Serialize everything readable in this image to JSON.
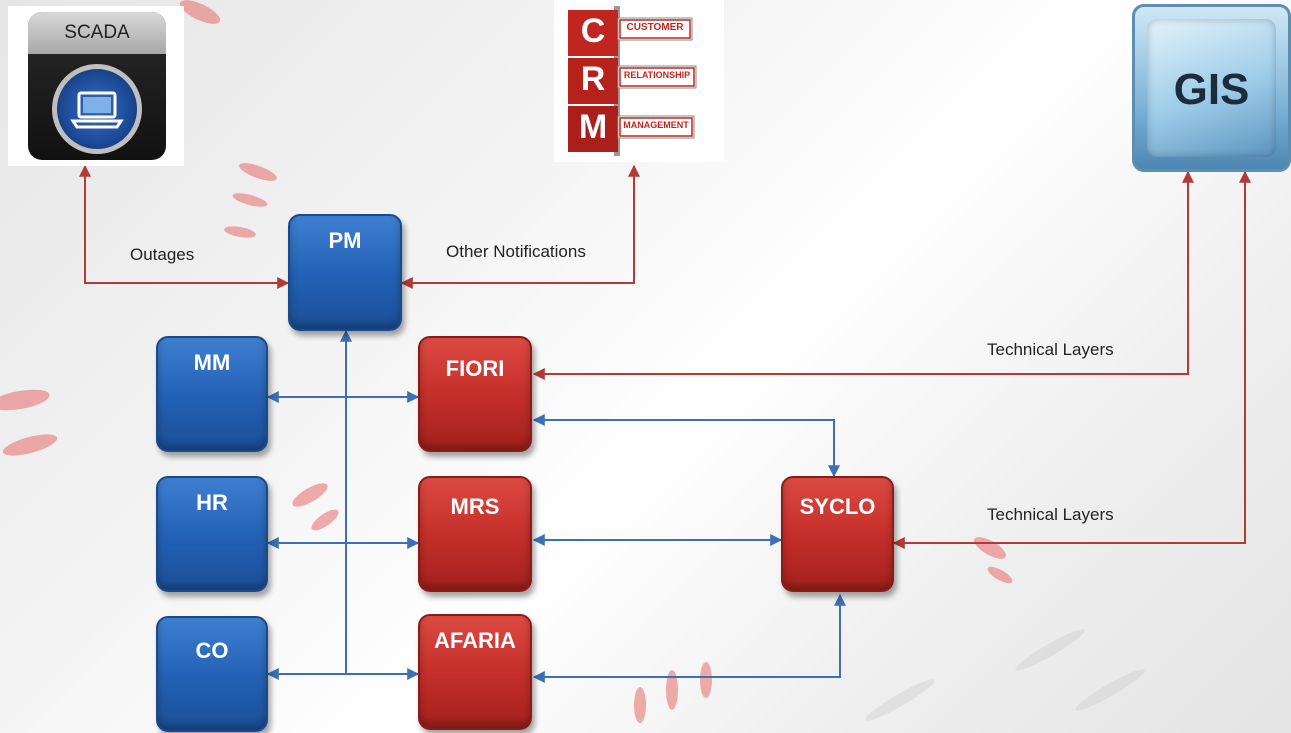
{
  "systems": {
    "scada": {
      "label": "SCADA",
      "icon": "laptop-icon"
    },
    "crm": {
      "letters": [
        "C",
        "R",
        "M"
      ],
      "signs": [
        "CUSTOMER",
        "RELATIONSHIP",
        "MANAGEMENT"
      ]
    },
    "gis": {
      "label": "GIS",
      "icon": "globe-icon"
    }
  },
  "nodes": {
    "pm": "PM",
    "mm": "MM",
    "hr": "HR",
    "co": "CO",
    "fiori": "FIORI",
    "mrs": "MRS",
    "afaria": "AFARIA",
    "syclo": "SYCLO"
  },
  "labels": {
    "outages": "Outages",
    "other_notifications": "Other Notifications",
    "technical_layers_1": "Technical Layers",
    "technical_layers_2": "Technical Layers"
  },
  "colors": {
    "blue_node": "#2462b6",
    "red_node": "#c52f2a",
    "blue_connector": "#3c6fb6",
    "red_connector": "#b33a36"
  }
}
